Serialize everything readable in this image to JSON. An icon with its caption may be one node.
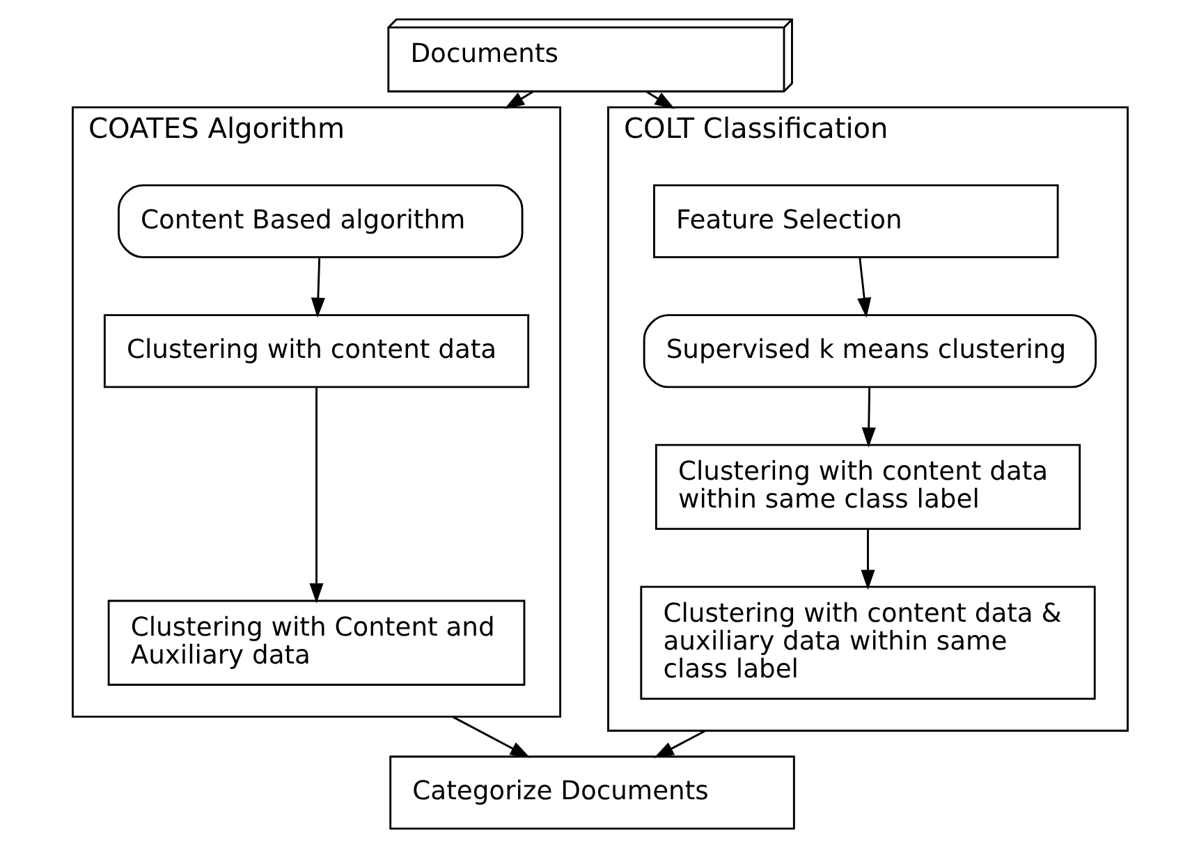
{
  "diagram": {
    "nodes": [
      {
        "text": [
          "Documents"
        ]
      },
      {
        "text": [
          "COATES Algorithm"
        ]
      },
      {
        "text": [
          "Content Based algorithm"
        ],
        "in": 1
      },
      {
        "text": [
          "Clustering with content data"
        ],
        "in": 1
      },
      {
        "text": [
          "Clustering with Content and Auxiliary data"
        ],
        "in": 1
      },
      {
        "text": [
          "COLT Classification"
        ]
      },
      {
        "text": [
          "Feature Selection"
        ],
        "in": 5
      },
      {
        "text": [
          "Supervised k means clustering"
        ],
        "in": 5
      },
      {
        "text": [
          "Clustering with content data within same class label"
        ],
        "in": 5
      },
      {
        "text": [
          "Clustering with content data & auxiliary data within same class label"
        ],
        "in": 5
      },
      {
        "text": [
          "Categorize Documents"
        ]
      }
    ],
    "edges": [
      {
        "from": 0,
        "to": 1,
        "arrow": "to"
      },
      {
        "from": 0,
        "to": 5,
        "arrow": "to"
      },
      {
        "from": 2,
        "to": 3,
        "arrow": "to"
      },
      {
        "from": 3,
        "to": 4,
        "arrow": "to"
      },
      {
        "from": 6,
        "to": 7,
        "arrow": "to"
      },
      {
        "from": 7,
        "to": 8,
        "arrow": "to"
      },
      {
        "from": 8,
        "to": 9,
        "arrow": "to"
      },
      {
        "from": 1,
        "to": 10,
        "arrow": "to"
      },
      {
        "from": 5,
        "to": 10,
        "arrow": "to"
      }
    ]
  }
}
